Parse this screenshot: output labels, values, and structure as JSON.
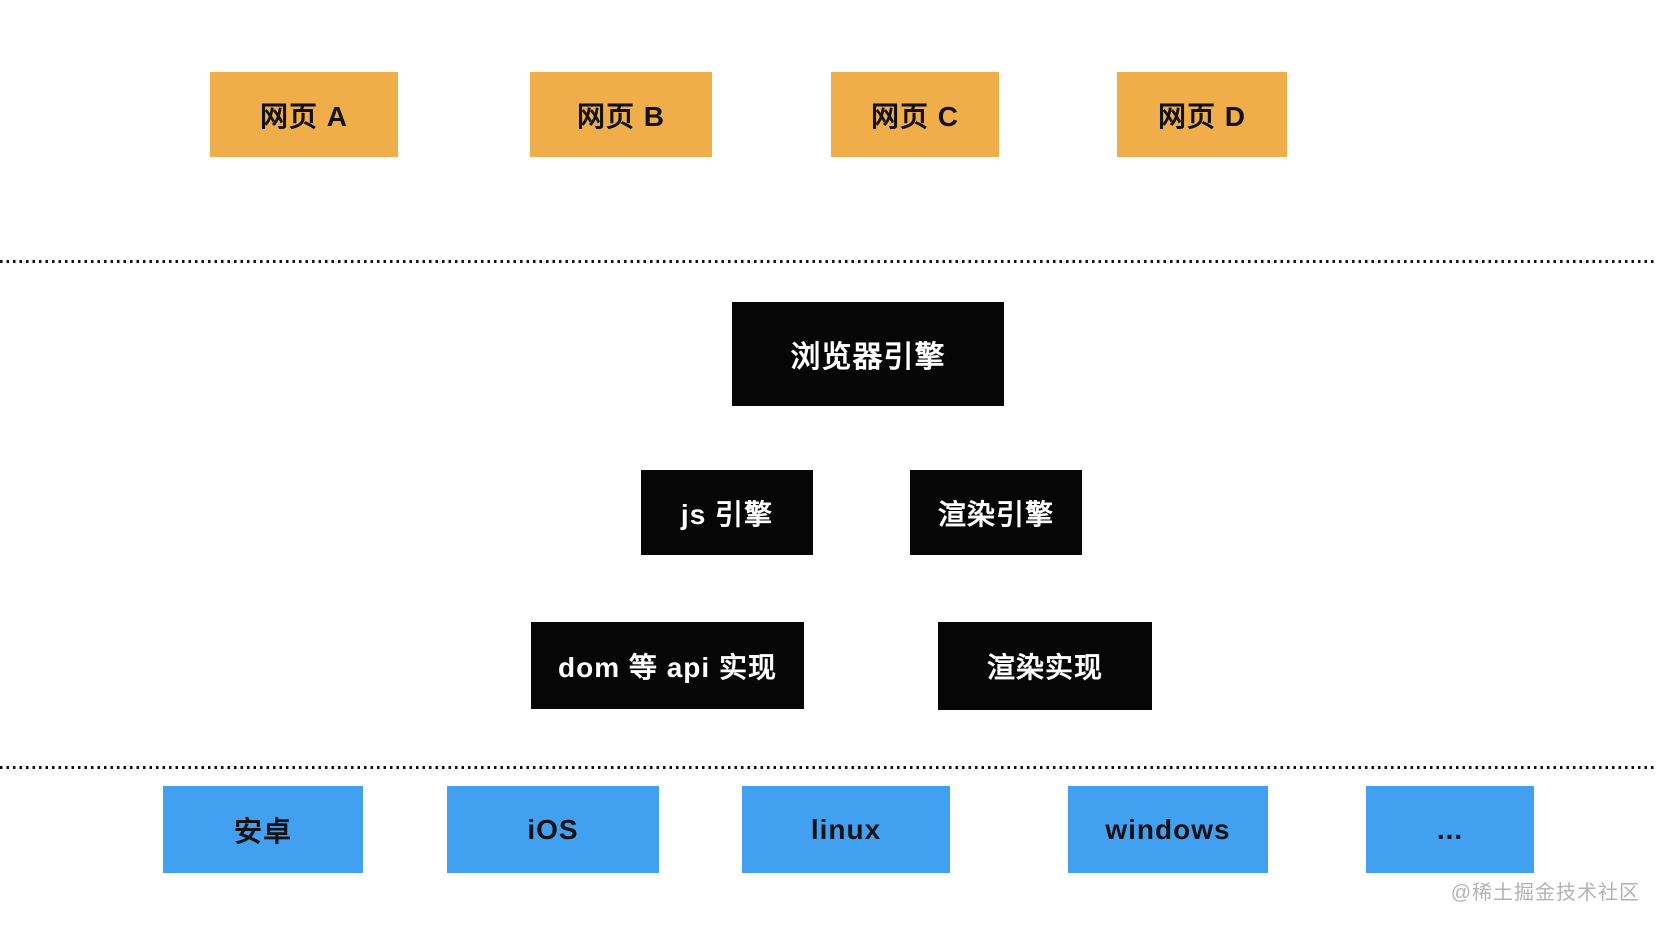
{
  "colors": {
    "orange": "#F0AE4A",
    "blue": "#42A0F0",
    "black_box": "#060606",
    "watermark": "#b3b3b3"
  },
  "diagram": {
    "web_pages": {
      "items": [
        {
          "label": "网页 A"
        },
        {
          "label": "网页 B"
        },
        {
          "label": "网页 C"
        },
        {
          "label": "网页 D"
        }
      ]
    },
    "browser_engine": {
      "label": "浏览器引擎"
    },
    "engines": {
      "items": [
        {
          "label": "js 引擎"
        },
        {
          "label": "渲染引擎"
        }
      ]
    },
    "implementations": {
      "items": [
        {
          "label": "dom 等 api 实现"
        },
        {
          "label": "渲染实现"
        }
      ]
    },
    "platforms": {
      "items": [
        {
          "label": "安卓"
        },
        {
          "label": "iOS"
        },
        {
          "label": "linux"
        },
        {
          "label": "windows"
        },
        {
          "label": "..."
        }
      ]
    },
    "watermark": {
      "text": "@稀土掘金技术社区"
    }
  }
}
